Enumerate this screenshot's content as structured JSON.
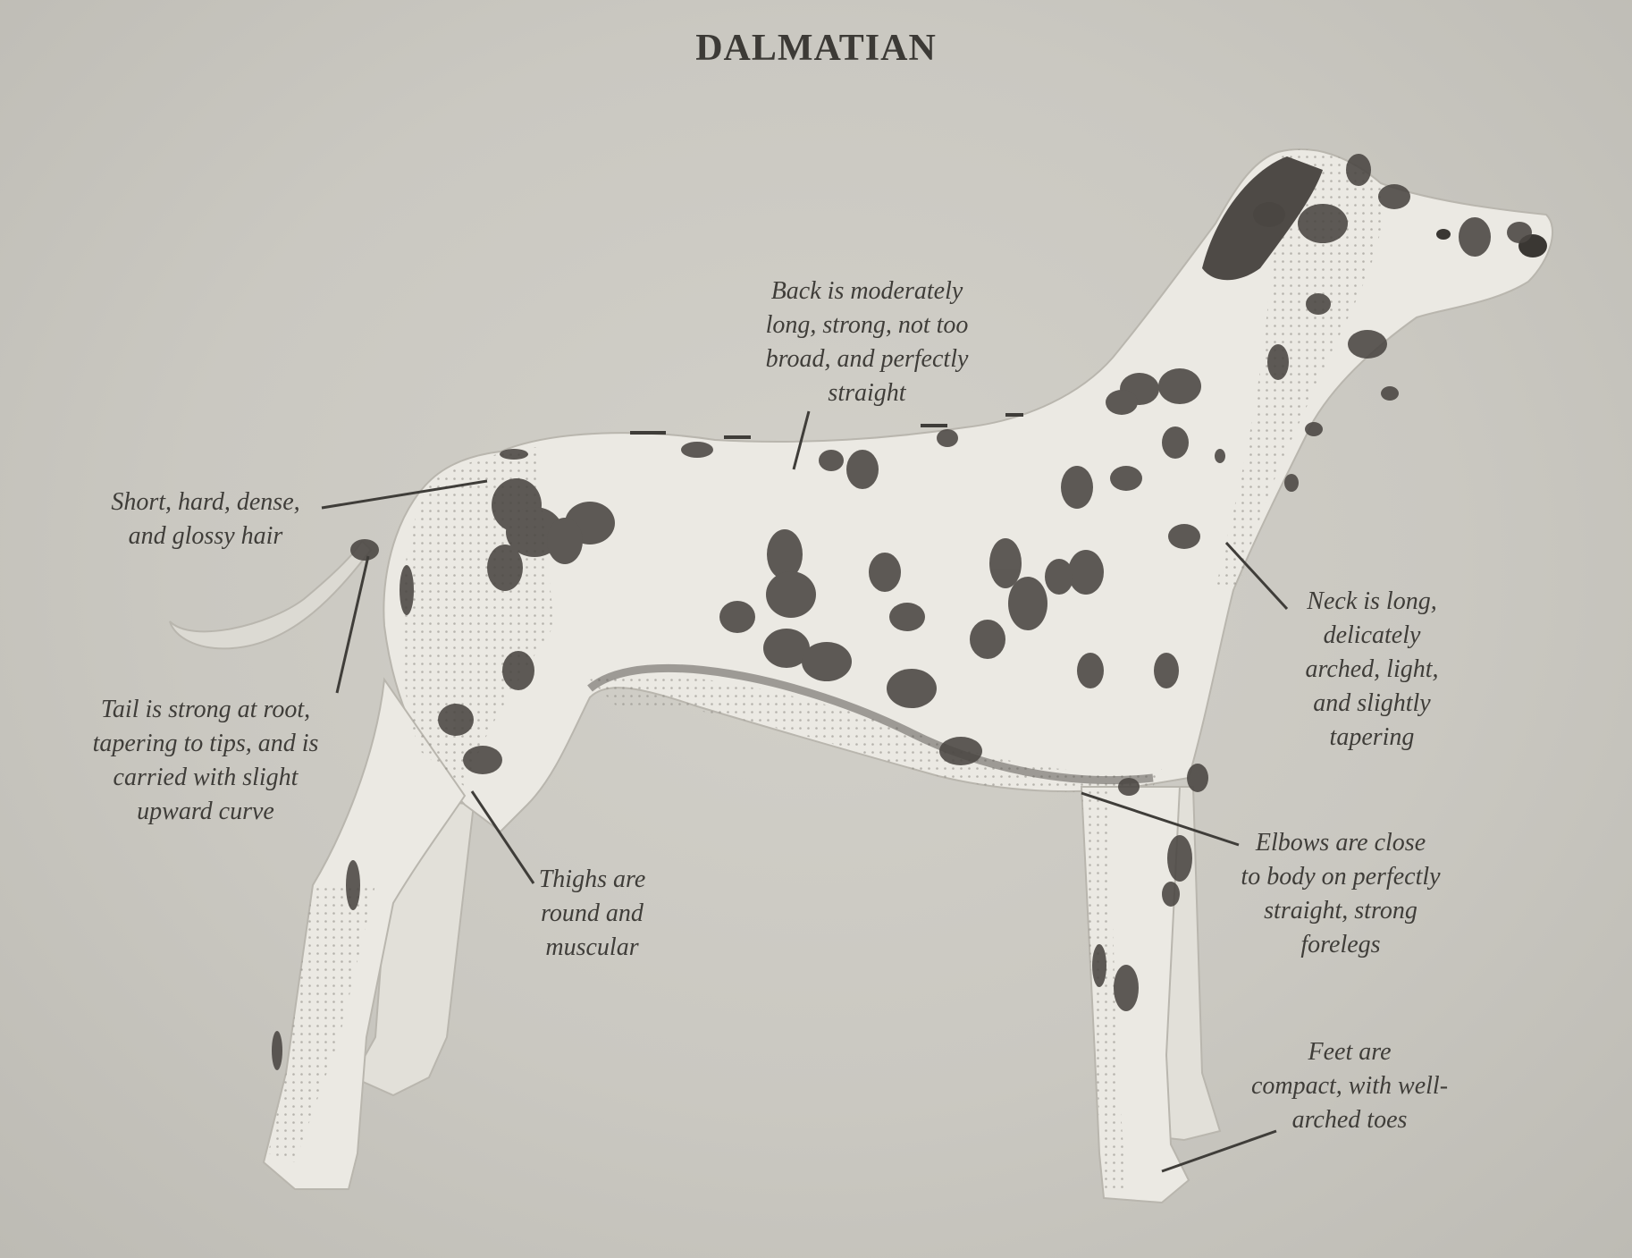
{
  "title": "DALMATIAN",
  "callouts": {
    "back": "Back is moderately\nlong, strong, not too\nbroad, and perfectly\nstraight",
    "hair": "Short, hard, dense,\nand glossy hair",
    "tail": "Tail is strong at root,\ntapering to tips, and is\ncarried with slight\nupward curve",
    "thighs": "Thighs are\nround and\nmuscular",
    "neck": "Neck is long,\ndelicately\narched, light,\nand slightly\ntapering",
    "elbows": "Elbows are close\nto body on perfectly\nstraight, strong\nforelegs",
    "feet": "Feet are\ncompact, with well-\narched toes"
  },
  "colors": {
    "paper": "#cac8c1",
    "text": "#3f3d39",
    "coat": "#ebe9e3",
    "spots": "#4a4642"
  }
}
